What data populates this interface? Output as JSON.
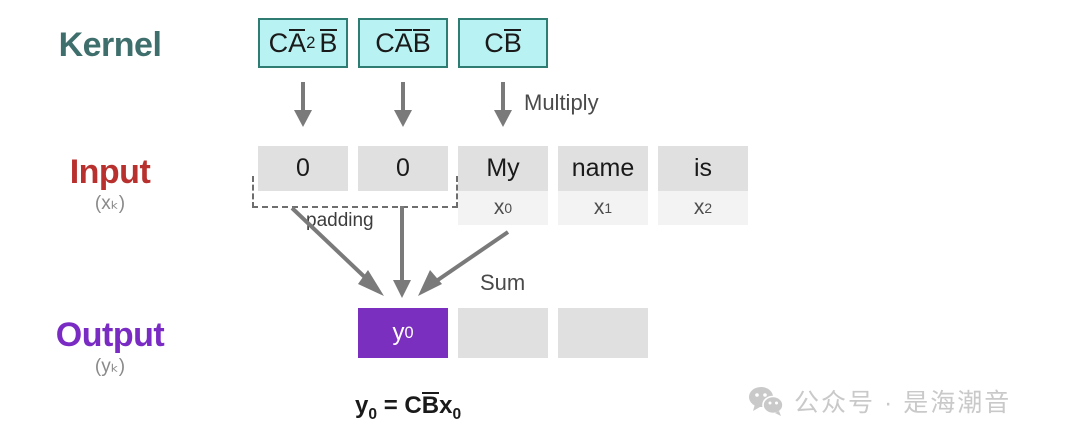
{
  "diagram": {
    "title_rows": {
      "kernel": {
        "label": "Kernel",
        "color": "#3f6f6d"
      },
      "input": {
        "label": "Input",
        "sub": "(xₖ)",
        "color": "#b8312f"
      },
      "output": {
        "label": "Output",
        "sub": "(yₖ)",
        "color": "#7a2bc4"
      }
    },
    "kernel": {
      "boxes": [
        {
          "name": "kernel-term-0",
          "C": "C",
          "A": "A",
          "A_exp": "2",
          "B": "B"
        },
        {
          "name": "kernel-term-1",
          "C": "C",
          "A": "A",
          "A_exp": "",
          "B": "B"
        },
        {
          "name": "kernel-term-2",
          "C": "C",
          "A": "",
          "A_exp": "",
          "B": "B"
        }
      ],
      "box_fill": "#b8f2f2",
      "box_border": "#2f7d72"
    },
    "annotations": {
      "multiply": "Multiply",
      "sum": "Sum",
      "padding": "padding"
    },
    "input": {
      "cells": [
        {
          "value": "0",
          "index": "",
          "kind": "padding"
        },
        {
          "value": "0",
          "index": "",
          "kind": "padding"
        },
        {
          "value": "My",
          "index": "x0",
          "index_base": "x",
          "index_sub": "0",
          "kind": "token"
        },
        {
          "value": "name",
          "index": "x1",
          "index_base": "x",
          "index_sub": "1",
          "kind": "token"
        },
        {
          "value": "is",
          "index": "x2",
          "index_base": "x",
          "index_sub": "2",
          "kind": "token"
        }
      ],
      "cell_fill_top": "#e0e0e0",
      "cell_fill_bottom": "#f3f3f3"
    },
    "output": {
      "cells": [
        {
          "value_base": "y",
          "value_sub": "0",
          "state": "active"
        },
        {
          "value_base": "",
          "value_sub": "",
          "state": "idle"
        },
        {
          "value_base": "",
          "value_sub": "",
          "state": "idle"
        }
      ],
      "active_fill": "#7b2fbe",
      "idle_fill": "#e0e0e0"
    },
    "formula": {
      "lhs_base": "y",
      "lhs_sub": "0",
      "eq": "=",
      "C": "C",
      "B": "B",
      "rhs_base": "x",
      "rhs_sub": "0"
    },
    "watermark": {
      "text": "公众号 · 是海潮音",
      "icon": "wechat-icon",
      "color": "#c9c9c9"
    }
  }
}
